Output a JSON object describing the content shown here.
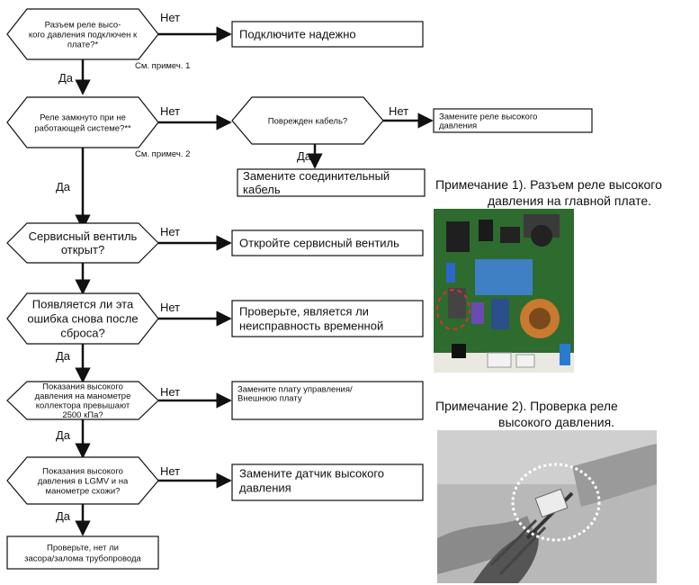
{
  "flowchart": {
    "q1": {
      "lines": [
        "Разъем реле высо-",
        "кого давления подключен к",
        "плате?*"
      ],
      "note": "См. примеч. 1"
    },
    "q1_no": "Нет",
    "a1": [
      "Подключите надежно"
    ],
    "q1_yes": "Да",
    "q2": {
      "lines": [
        "Реле замкнуто при не",
        "работающей системе?**"
      ],
      "note": "См. примеч. 2"
    },
    "q2_no": "Нет",
    "q2b": {
      "lines": [
        "Поврежден кабель?"
      ]
    },
    "q2b_no": "Нет",
    "a2b": [
      "Замените реле высокого",
      "давления"
    ],
    "q2b_yes": "Да",
    "a2c": [
      "Замените соединительный",
      "кабель"
    ],
    "q2_yes": "Да",
    "q3": {
      "lines": [
        "Сервисный вентиль",
        "открыт?"
      ]
    },
    "q3_no": "Нет",
    "a3": [
      "Откройте сервисный вентиль"
    ],
    "q4": {
      "lines": [
        "Появляется ли эта",
        "ошибка снова после",
        "сброса?"
      ]
    },
    "q4_no": "Нет",
    "a4": [
      "Проверьте, является ли",
      "неисправность временной"
    ],
    "q4_yes": "Да",
    "q5": {
      "lines": [
        "Показания высокого",
        "давления на манометре",
        "коллектора превышают",
        "2500 кПа?"
      ]
    },
    "q5_no": "Нет",
    "a5": [
      "Замените плату управления/",
      "Внешнюю плату"
    ],
    "q5_yes": "Да",
    "q6": {
      "lines": [
        "Показания высокого",
        "давления в LGMV и на",
        "манометре схожи?"
      ]
    },
    "q6_no": "Нет",
    "a6": [
      "Замените датчик высокого",
      "давления"
    ],
    "q6_yes": "Да",
    "a7": [
      "Проверьте, нет ли",
      "засора/залома трубопровода"
    ]
  },
  "notes": {
    "note1": [
      "Примечание 1). Разъем реле высокого",
      "давления на главной плате."
    ],
    "note2": [
      "Примечание 2). Проверка реле",
      "высокого давления."
    ]
  },
  "colors": {
    "line": "#111111",
    "highlight": "#d9332b"
  }
}
